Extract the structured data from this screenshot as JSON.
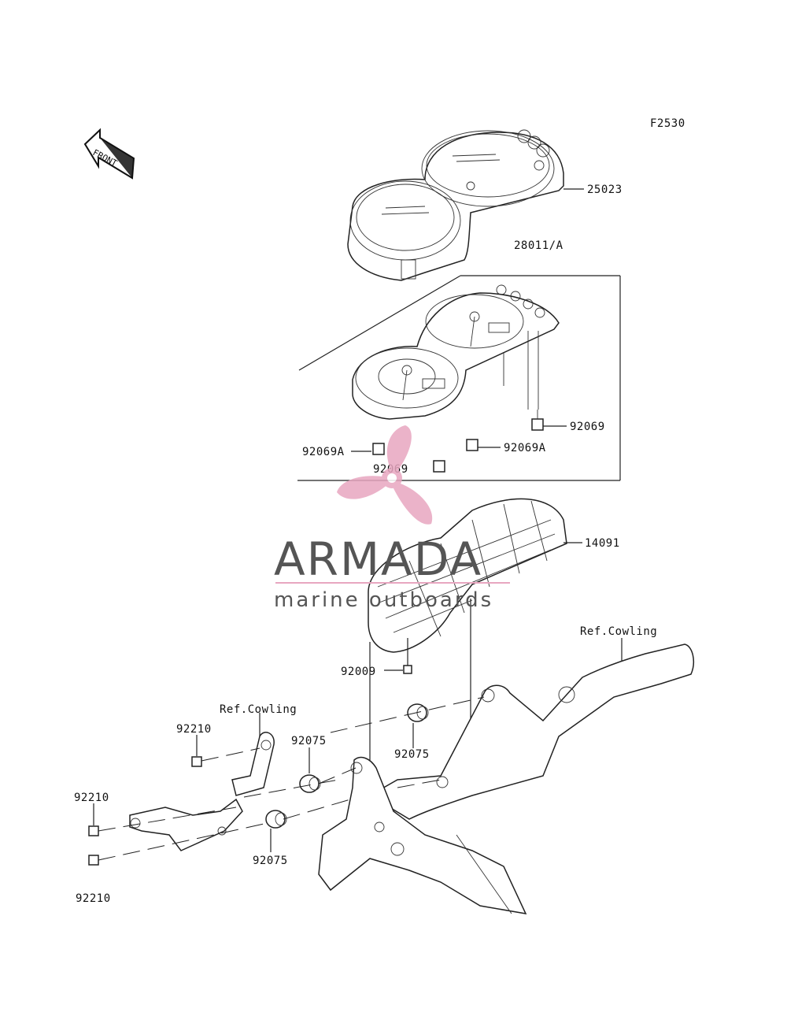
{
  "figure_code": "F2530",
  "front_arrow_text": "FRONT",
  "callouts": {
    "c25023": "25023",
    "c28011": "28011/A",
    "c92069_right": "92069",
    "c92069A_left": "92069A",
    "c92069A_right": "92069A",
    "c92069_center": "92069",
    "c14091": "14091",
    "c92009": "92009",
    "ref_cowling_right": "Ref.Cowling",
    "ref_cowling_left": "Ref.Cowling",
    "c92210_a": "92210",
    "c92210_b": "92210",
    "c92210_c": "92210",
    "c92075_a": "92075",
    "c92075_b": "92075",
    "c92075_c": "92075"
  },
  "watermark": {
    "brand": "ARMADA",
    "tagline": "marine outboards",
    "logo_color": "#e8a6c0",
    "text_color": "#555555"
  }
}
